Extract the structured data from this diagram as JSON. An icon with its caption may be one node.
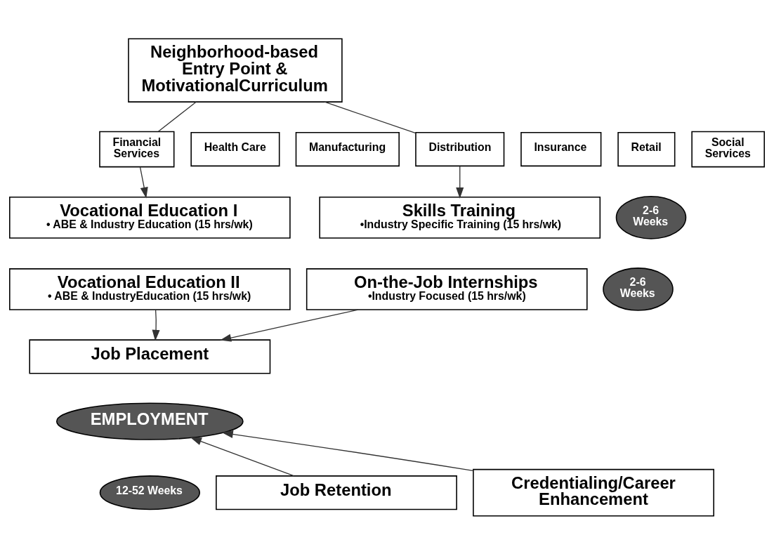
{
  "diagram": {
    "nodes": [
      {
        "text": [
          "Neighborhood-based Entry Point & MotivationalCurriculum"
        ]
      },
      {
        "text": [
          "Manufacturing"
        ]
      },
      {
        "text": [
          "Insurance"
        ]
      },
      {
        "text": [
          "Financial Services"
        ]
      },
      {
        "text": [
          "Health Care"
        ]
      },
      {
        "text": [
          "Distribution"
        ]
      },
      {
        "text": [
          "Retail"
        ]
      },
      {
        "text": [
          "Social Services"
        ]
      },
      {
        "text": [
          "Vocational Education I",
          "• ABE & Industry Education (15 hrs/wk)"
        ]
      },
      {
        "text": [
          "2-6 Weeks"
        ]
      },
      {
        "text": [
          "Skills Training",
          "•Industry Specific Training (15 hrs/wk)"
        ]
      },
      {
        "text": [
          "Vocational Education II",
          "• ABE & IndustryEducation (15 hrs/wk)"
        ]
      },
      {
        "text": [
          "2-6 Weeks"
        ]
      },
      {
        "text": [
          "On-the-Job Internships",
          "•Industry Focused (15 hrs/wk)"
        ]
      },
      {
        "text": [
          "Job Placement"
        ]
      },
      {
        "text": [
          "EMPLOYMENT"
        ]
      },
      {
        "text": [
          "Job Retention"
        ]
      },
      {
        "text": [
          "12-52 Weeks"
        ]
      },
      {
        "text": [
          "Credentialing/Career Enhancement"
        ]
      }
    ],
    "edges": [
      {
        "from": 0,
        "to": 3,
        "arrow": "none"
      },
      {
        "from": 0,
        "to": 5,
        "arrow": "none"
      },
      {
        "from": 3,
        "to": 8,
        "arrow": "to"
      },
      {
        "from": 5,
        "to": 10,
        "arrow": "to"
      },
      {
        "from": 11,
        "to": 14,
        "arrow": "to"
      },
      {
        "from": 13,
        "to": 14,
        "arrow": "to"
      },
      {
        "from": 16,
        "to": 15,
        "arrow": "to"
      },
      {
        "from": 18,
        "to": 15,
        "arrow": "to"
      }
    ]
  }
}
